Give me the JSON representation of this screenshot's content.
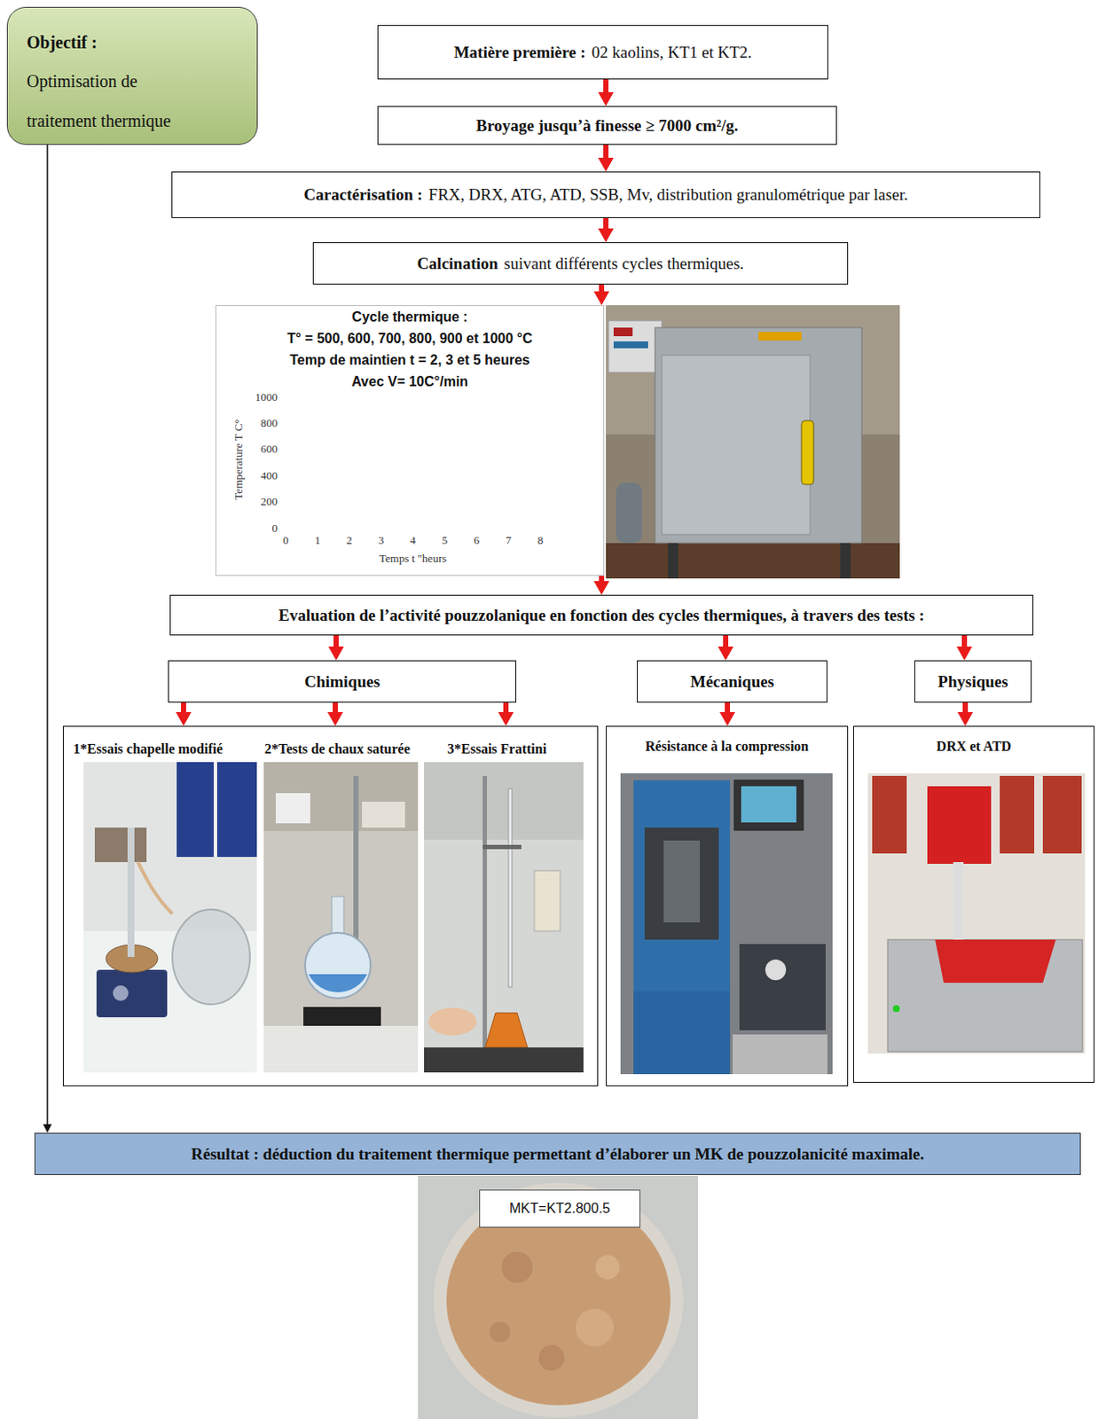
{
  "diagram": {
    "nodes": [
      {
        "text": [
          "Objectif :",
          "Optimisation de traitement thermique"
        ]
      },
      {
        "text": [
          "Matière première :",
          "02 kaolins, KT1 et KT2."
        ]
      },
      {
        "text": [
          "Broyage jusqu’à finesse ≥ 7000 cm²/g."
        ]
      },
      {
        "text": [
          "Caractérisation :",
          "FRX, DRX, ATG, ATD, SSB, Mv, distribution granulométrique par laser."
        ]
      },
      {
        "text": [
          "Calcination",
          "suivant différents cycles thermiques."
        ]
      },
      {
        "text": [
          "Cycle thermique :",
          "T° = 500, 600, 700, 800, 900 et 1000 °C",
          "Temp de maintien t = 2, 3 et 5 heures",
          "Avec V= 10C°/min"
        ]
      },
      {
        "text": [
          "Evaluation de l’activité pouzzolanique en fonction des cycles thermiques, à travers des tests :"
        ]
      },
      {
        "text": [
          "Chimiques"
        ]
      },
      {
        "text": [
          "Mécaniques"
        ]
      },
      {
        "text": [
          "Physiques"
        ]
      },
      {
        "text": [
          "1*Essais chapelle modifié",
          "2*Tests de chaux saturée",
          "3*Essais Frattini"
        ]
      },
      {
        "text": [
          "Résistance à la compression"
        ]
      },
      {
        "text": [
          "DRX et ATD"
        ]
      },
      {
        "text": [
          "Résultat : déduction du traitement thermique permettant d’élaborer un MK de pouzzolanicité maximale."
        ]
      },
      {
        "text": [
          "MKT=KT2.800.5"
        ]
      }
    ],
    "edges": [
      {
        "from": 1,
        "to": 2,
        "arrow": "to"
      },
      {
        "from": 2,
        "to": 3,
        "arrow": "to"
      },
      {
        "from": 3,
        "to": 4,
        "arrow": "to"
      },
      {
        "from": 4,
        "to": 5,
        "arrow": "to"
      },
      {
        "from": 5,
        "to": 6,
        "arrow": "to"
      },
      {
        "from": 6,
        "to": 7,
        "arrow": "to"
      },
      {
        "from": 6,
        "to": 8,
        "arrow": "to"
      },
      {
        "from": 6,
        "to": 9,
        "arrow": "to"
      },
      {
        "from": 7,
        "to": 10,
        "arrow": "to"
      },
      {
        "from": 7,
        "to": 10,
        "arrow": "to"
      },
      {
        "from": 7,
        "to": 10,
        "arrow": "to"
      },
      {
        "from": 8,
        "to": 11,
        "arrow": "to"
      },
      {
        "from": 9,
        "to": 12,
        "arrow": "to"
      },
      {
        "from": 0,
        "to": 13,
        "arrow": "to"
      }
    ],
    "labels": [
      "1000",
      "800",
      "600",
      "400",
      "200",
      "0",
      "0",
      "1",
      "2",
      "3",
      "4",
      "5",
      "6",
      "7",
      "8",
      "Temperature T C°",
      "Temps t \"heurs"
    ]
  }
}
